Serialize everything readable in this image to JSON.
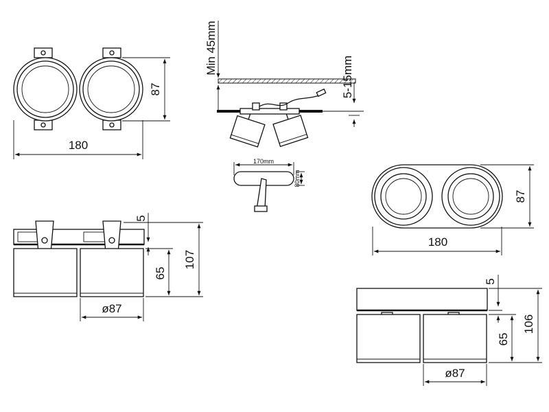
{
  "views": {
    "top_left": {
      "width": "180",
      "height": "87"
    },
    "install": {
      "min_depth": "Min 45mm",
      "ceiling": "5-15mm"
    },
    "cutout": {
      "length": "170mm",
      "width": "80mm"
    },
    "top_right": {
      "width": "180",
      "height": "87"
    },
    "side_left": {
      "flange": "5",
      "head": "65",
      "total": "107",
      "diameter": "ø87"
    },
    "side_right": {
      "flange": "5",
      "head": "65",
      "total": "106",
      "diameter": "ø87"
    }
  },
  "colors": {
    "line": "#111111",
    "background": "#ffffff"
  }
}
